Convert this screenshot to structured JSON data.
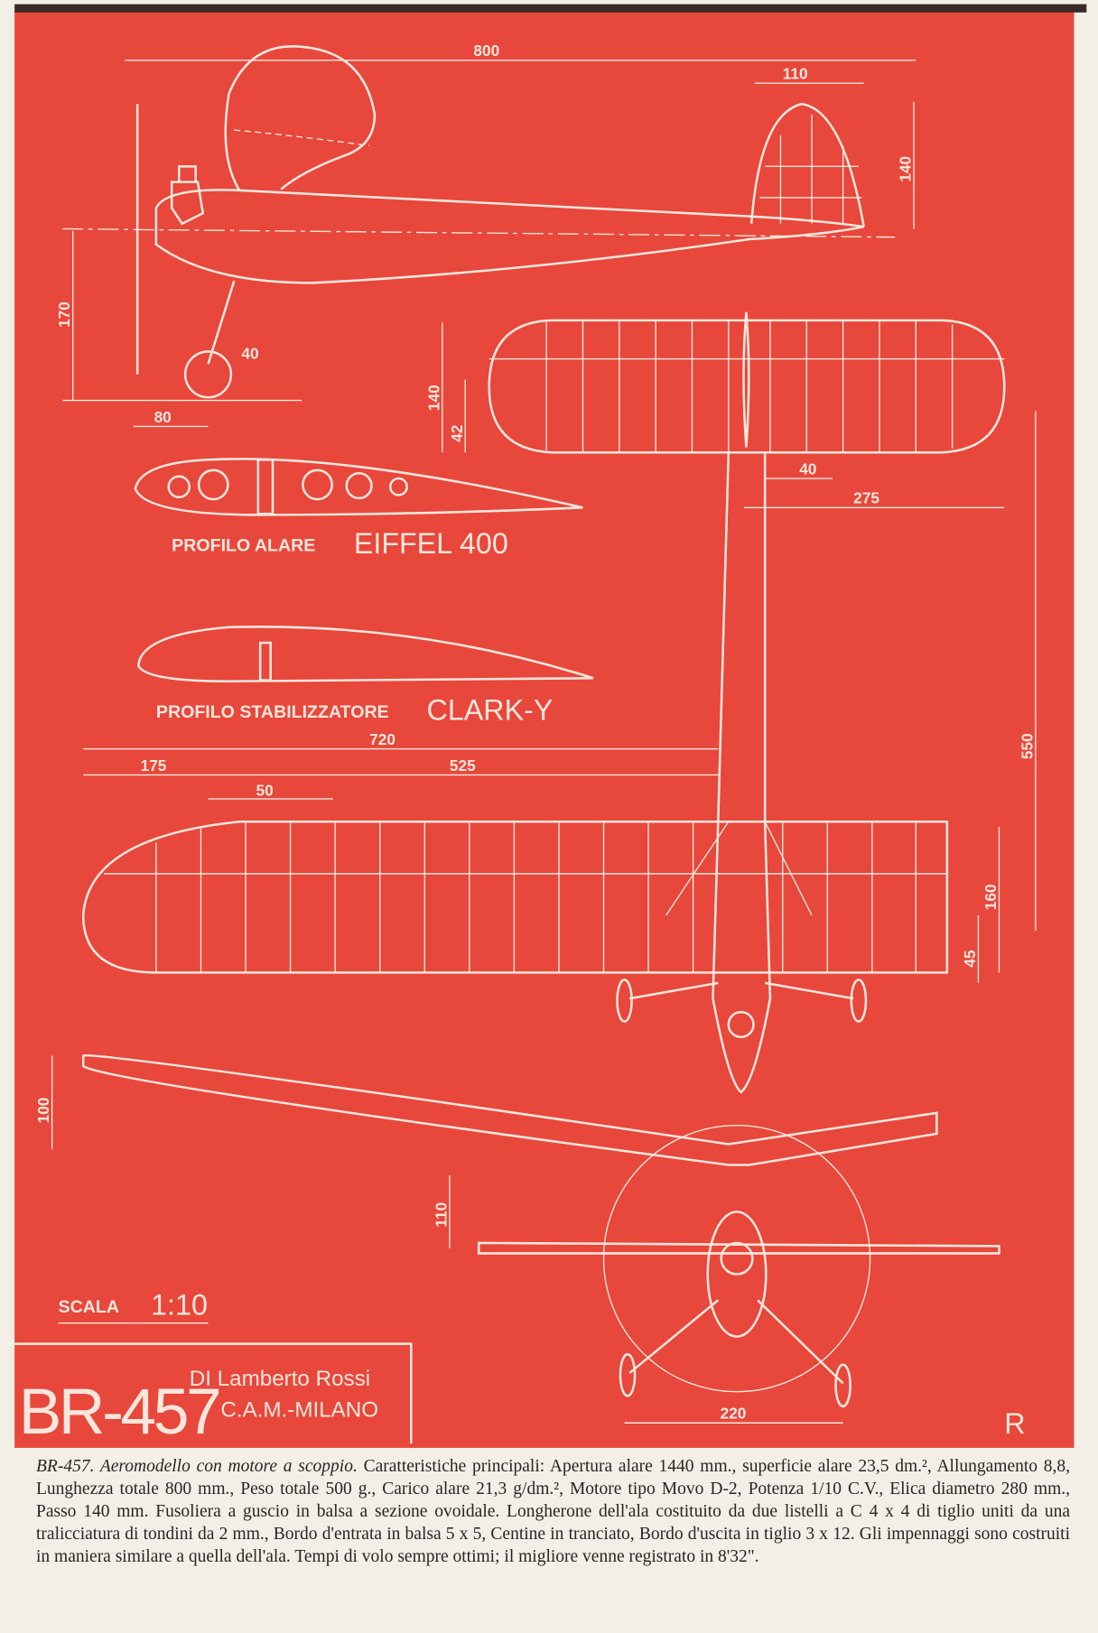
{
  "colors": {
    "panel": "#e8473b",
    "lines": "#fbe6dc",
    "caption_text": "#2a2422"
  },
  "drawing": {
    "dimensions": {
      "d800": "800",
      "d110_top": "110",
      "d140_fin": "140",
      "d170": "170",
      "d40_gear": "40",
      "d80": "80",
      "d140_stab": "140",
      "d42": "42",
      "d40_stab": "40",
      "d275": "275",
      "d720": "720",
      "d175": "175",
      "d525": "525",
      "d50": "50",
      "d550": "550",
      "d160": "160",
      "d45": "45",
      "d100": "100",
      "d110_front": "110",
      "d220": "220"
    },
    "profile_wing_label": "PROFILO ALARE",
    "profile_wing_name": "EIFFEL 400",
    "profile_stab_label": "PROFILO STABILIZZATORE",
    "profile_stab_name": "CLARK-Y",
    "scale_label": "SCALA",
    "scale_value": "1:10",
    "model_name": "BR-457",
    "author_line": "DI Lamberto Rossi",
    "club_line": "C.A.M.-MILANO",
    "signature": "R"
  },
  "caption": {
    "title": "BR-457. Aeromodello con motore a scoppio.",
    "body": "Caratteristiche principali: Apertura alare 1440 mm., superficie alare 23,5 dm.², Allungamento 8,8, Lunghezza totale 800 mm., Peso totale 500 g., Carico alare 21,3 g/dm.², Motore tipo Movo D-2, Potenza 1/10 C.V., Elica diametro 280 mm., Passo 140 mm. Fusoliera a guscio in balsa a sezione ovoidale. Longherone dell'ala costituito da due listelli a C 4 x 4 di tiglio uniti da una tralicciatura di tondini da 2 mm., Bordo d'entrata in balsa 5 x 5, Centine in tranciato, Bordo d'uscita in tiglio 3 x 12. Gli impennaggi sono costruiti in maniera similare a quella dell'ala. Tempi di volo sempre ottimi; il migliore venne registrato in 8'32\"."
  }
}
